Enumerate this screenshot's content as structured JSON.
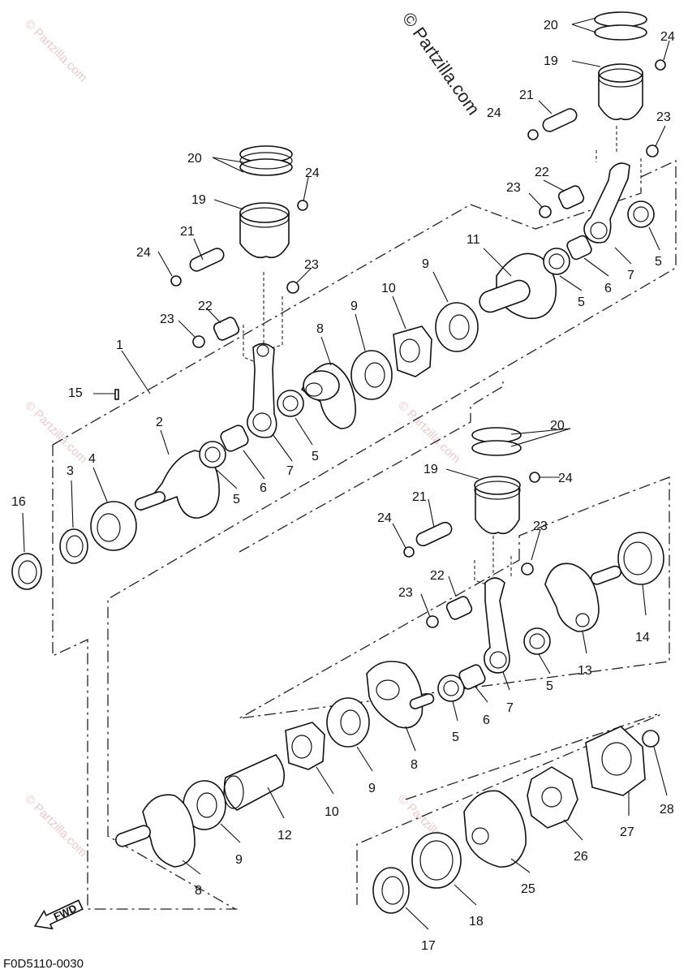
{
  "copyright": "© Partzilla.com",
  "watermark": "© Partzilla.com",
  "document_id": "F0D5110-0030",
  "direction_label": "FWD",
  "callouts": {
    "c1": "1",
    "c2": "2",
    "c3": "3",
    "c4": "4",
    "c5": "5",
    "c6": "6",
    "c7": "7",
    "c8": "8",
    "c9": "9",
    "c10": "10",
    "c11": "11",
    "c12": "12",
    "c13": "13",
    "c14": "14",
    "c15": "15",
    "c16": "16",
    "c17": "17",
    "c18": "18",
    "c19": "19",
    "c20": "20",
    "c21": "21",
    "c22": "22",
    "c23": "23",
    "c24": "24",
    "c25": "25",
    "c26": "26",
    "c27": "27",
    "c28": "28"
  },
  "colors": {
    "line": "#111111",
    "watermark": "#d8a0a0",
    "background": "#ffffff"
  }
}
